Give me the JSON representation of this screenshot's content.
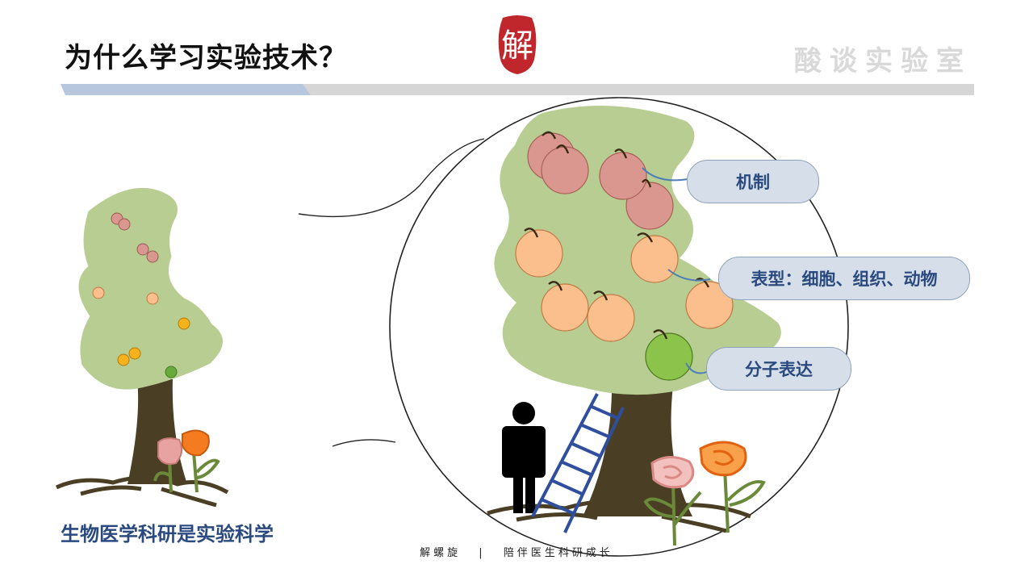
{
  "header": {
    "title": "为什么学习实验技术？",
    "brand": "酸谈实验室",
    "seal_char": "解"
  },
  "labels": {
    "mechanism": "机制",
    "phenotype": "表型：细胞、组织、动物",
    "molecular": "分子表达"
  },
  "caption": "生物医学科研是实验科学",
  "footer": {
    "left": "解螺旋",
    "separator": "|",
    "right": "陪伴医生科研成长"
  },
  "colors": {
    "canopy": "#b8cd92",
    "trunk": "#4a3f24",
    "pink_fruit": "#d9978f",
    "peach_fruit": "#fbbf8e",
    "green_fruit": "#8cc34a",
    "ladder": "#2f4f9e",
    "label_text": "#2a4a7f",
    "accent_bar": "#b7c7dd"
  }
}
